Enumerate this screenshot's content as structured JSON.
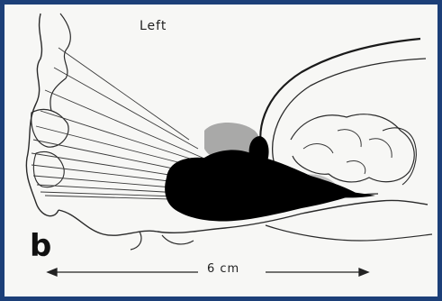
{
  "labels": {
    "side": "Left",
    "panel": "b",
    "scale": "6 cm"
  },
  "colors": {
    "frame": "#1c3f78",
    "lesion": "#000000",
    "shaded_region": "#a0a0a0",
    "outline": "#2a2a2a"
  }
}
